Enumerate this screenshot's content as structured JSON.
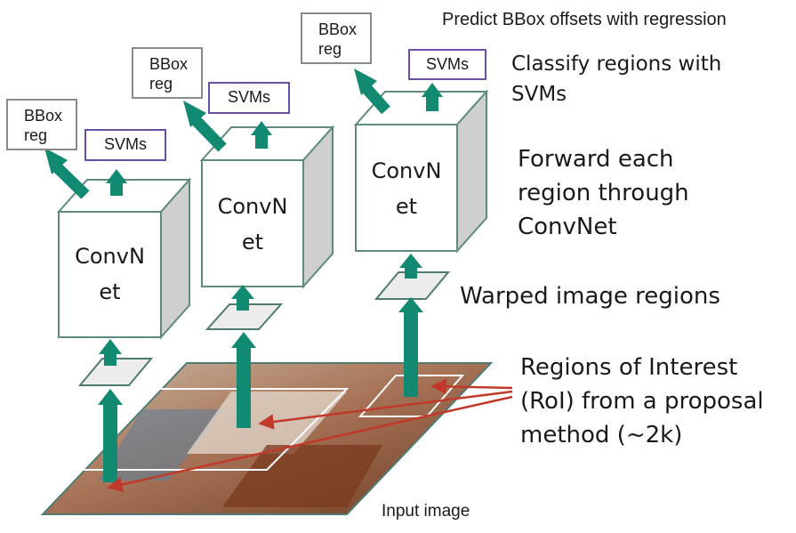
{
  "diagram": {
    "convnet_label": "ConvN\net",
    "svm_label": "SVMs",
    "bbox_label": "BBox\nreg",
    "input_image_label": "Input image"
  },
  "annotations": {
    "predict": "Predict BBox offsets with regression",
    "classify": "Classify regions with\nSVMs",
    "forward": "Forward each\nregion through\nConvNet",
    "warped": "Warped image regions",
    "roi": "Regions of Interest\n(RoI) from a proposal\nmethod (~2k)"
  },
  "colors": {
    "arrow": "#128a72",
    "red_pointer": "#c0392b",
    "svm_border": "#6a4fa3",
    "box_border": "#5e8a7f",
    "box_side": "#cfcfcf"
  }
}
